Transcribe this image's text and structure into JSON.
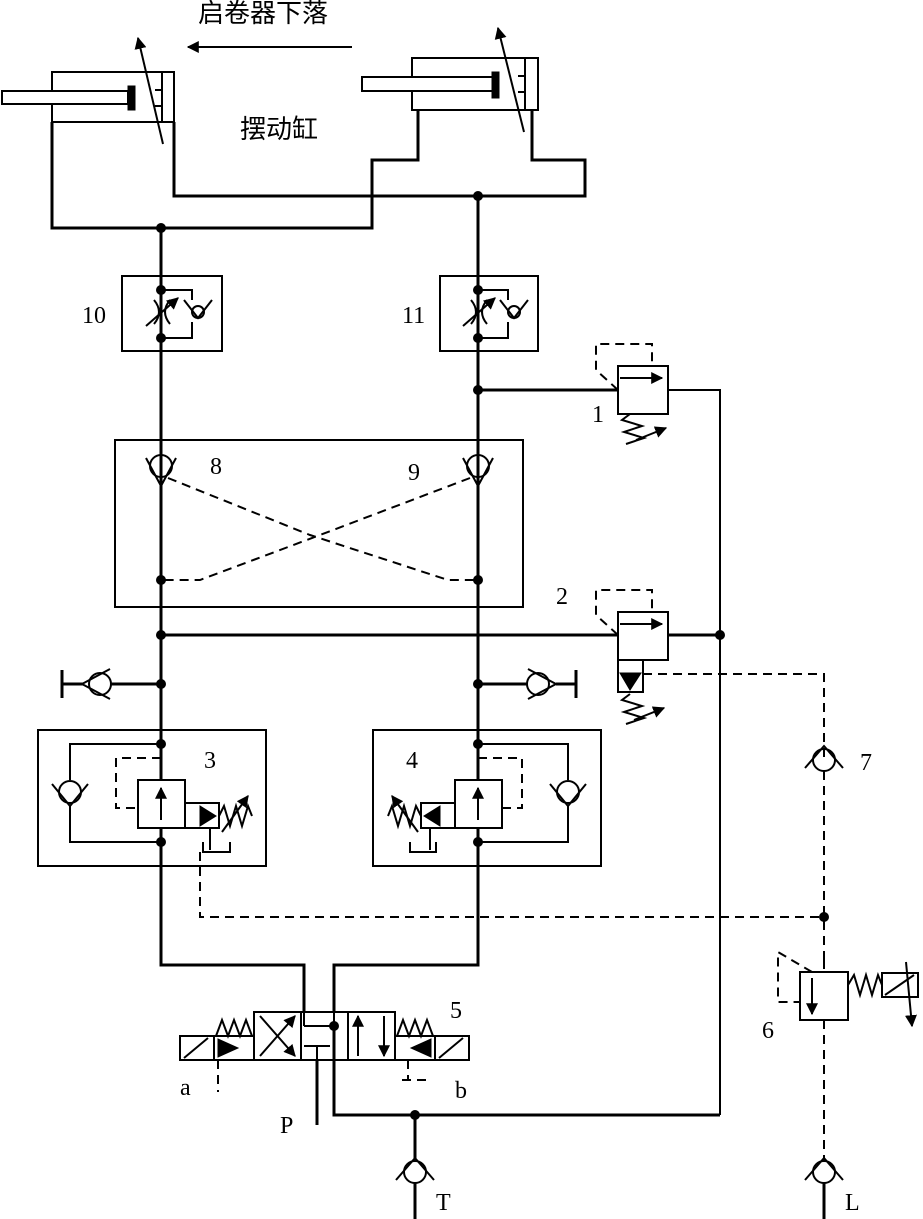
{
  "labels": {
    "direction_text": "启卷器下落",
    "cylinder_text": "摆动缸",
    "valve_1": "1",
    "valve_2": "2",
    "valve_3": "3",
    "valve_4": "4",
    "valve_5": "5",
    "valve_6": "6",
    "valve_7": "7",
    "valve_8": "8",
    "valve_9": "9",
    "valve_10": "10",
    "valve_11": "11",
    "port_a": "a",
    "port_b": "b",
    "port_p": "P",
    "port_t": "T",
    "port_l": "L"
  }
}
